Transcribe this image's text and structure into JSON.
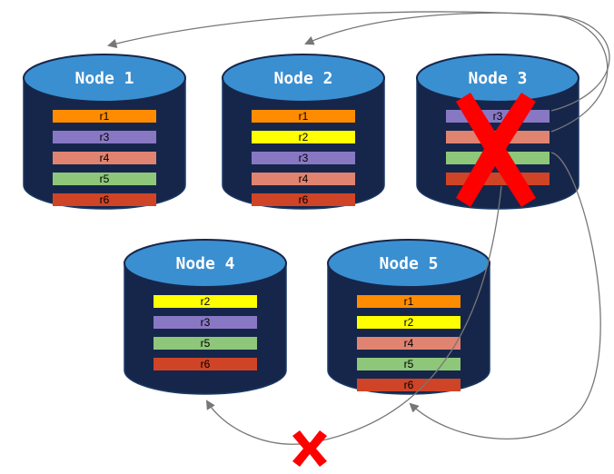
{
  "colors": {
    "cylinder_body": "#16264b",
    "cylinder_top": "#3a8fd1",
    "cylinder_outline": "#1b3a66",
    "arrow": "#777777",
    "failure_mark": "#ff0000",
    "r1": "#ff8c00",
    "r2": "#ffff00",
    "r3": "#8878c3",
    "r4": "#e08370",
    "r5": "#8ec77a",
    "r6": "#cf4426"
  },
  "nodes": [
    {
      "id": "node1",
      "label": "Node 1",
      "failed": false,
      "replicas": [
        "r1",
        "r3",
        "r4",
        "r5",
        "r6"
      ]
    },
    {
      "id": "node2",
      "label": "Node 2",
      "failed": false,
      "replicas": [
        "r1",
        "r2",
        "r3",
        "r4",
        "r6"
      ]
    },
    {
      "id": "node3",
      "label": "Node 3",
      "failed": true,
      "replicas": [
        "r3",
        "",
        "",
        ""
      ]
    },
    {
      "id": "node4",
      "label": "Node 4",
      "failed": false,
      "replicas": [
        "r2",
        "r3",
        "r5",
        "r6"
      ]
    },
    {
      "id": "node5",
      "label": "Node 5",
      "failed": false,
      "replicas": [
        "r1",
        "r2",
        "r4",
        "r5",
        "r6"
      ]
    }
  ],
  "node3_hidden_colors": [
    "r3",
    "r4",
    "r5",
    "r6"
  ],
  "arrows": [
    {
      "id": "r3-to-node1",
      "blocked": false
    },
    {
      "id": "r4-to-node2",
      "blocked": false
    },
    {
      "id": "r5-to-node5",
      "blocked": false
    },
    {
      "id": "r6-to-node4",
      "blocked": true
    }
  ]
}
